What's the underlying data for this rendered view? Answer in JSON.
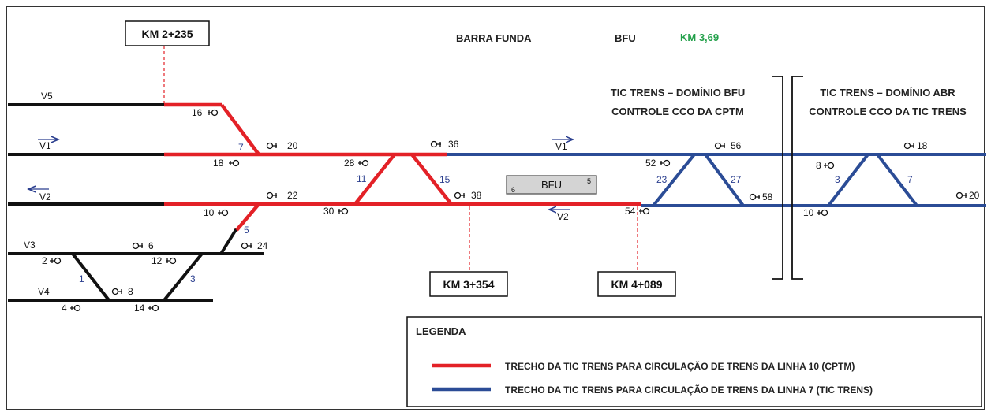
{
  "header": {
    "station_name": "BARRA FUNDA",
    "station_code": "BFU",
    "station_km": "KM  3,69",
    "station_km_color": "#22a04a"
  },
  "km_markers": [
    "KM 2+235",
    "KM 3+354",
    "KM 4+089"
  ],
  "domains": {
    "bfu": {
      "line1": "TIC TRENS – DOMÍNIO BFU",
      "line2": "CONTROLE CCO DA CPTM"
    },
    "abr": {
      "line1": "TIC TRENS – DOMÍNIO ABR",
      "line2": "CONTROLE CCO DA TIC TRENS"
    }
  },
  "tracks": {
    "v5": "V5",
    "v1": "V1",
    "v2": "V2",
    "v3": "V3",
    "v4": "V4",
    "v1_right": "V1",
    "v2_right": "V2"
  },
  "platform": {
    "label": "BFU",
    "left_num": "6",
    "right_num": "5"
  },
  "switches": {
    "s1": "1",
    "s3": "3",
    "s5": "5",
    "s7": "7",
    "s11": "11",
    "s15": "15",
    "s23": "23",
    "s27": "27",
    "s3r": "3",
    "s7r": "7"
  },
  "signals": {
    "sig16": "16",
    "sig18": "18",
    "sig20": "20",
    "sig22": "22",
    "sig10": "10",
    "sig24": "24",
    "sig6": "6",
    "sig2": "2",
    "sig12": "12",
    "sig8": "8",
    "sig4": "4",
    "sig14": "14",
    "sig28": "28",
    "sig36": "36",
    "sig30": "30",
    "sig38": "38",
    "sig52": "52",
    "sig56": "56",
    "sig54": "54",
    "sig58": "58",
    "sig8r": "8",
    "sig18r": "18",
    "sig10r": "10",
    "sig20r": "20"
  },
  "legend": {
    "title": "LEGENDA",
    "red_label": "TRECHO DA TIC TRENS PARA CIRCULAÇÃO DE TRENS DA LINHA 10 (CPTM)",
    "blue_label": "TRECHO DA TIC TRENS PARA CIRCULAÇÃO DE TRENS DA LINHA 7 (TIC TRENS)"
  },
  "colors": {
    "red": "#e32127",
    "blue": "#2b4c96",
    "black": "#111111"
  }
}
